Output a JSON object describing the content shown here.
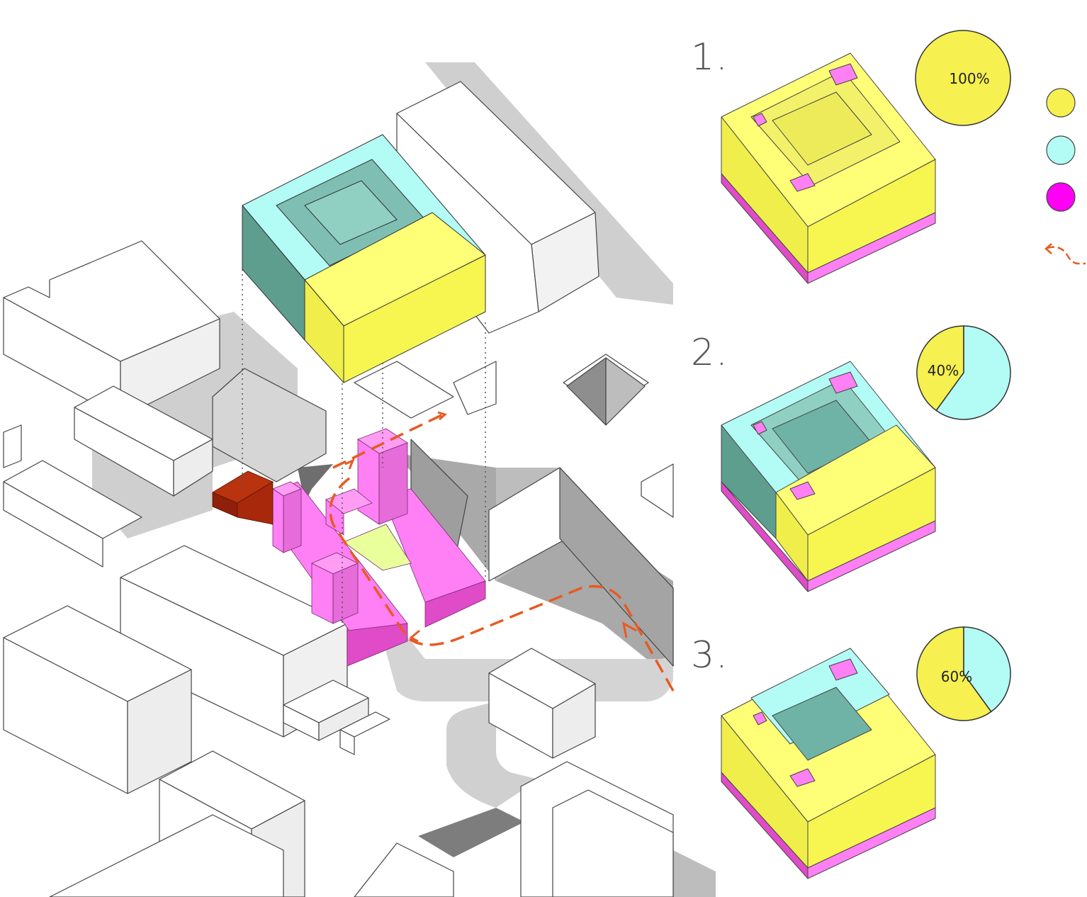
{
  "colors": {
    "yellow_top": "#FFFF77",
    "yellow_side": "#F0EE4A",
    "cyan_top": "#B3FBF5",
    "cyan_side": "#5E9E8F",
    "magenta": "#FF80F4",
    "magenta_dark": "#E04BC8",
    "brick": "#A8280C",
    "path_orange": "#E85A22",
    "shadow_grey": "#C9C9C9",
    "road_grey": "#8A8A8A"
  },
  "legend": {
    "items": [
      {
        "color_name": "yellow-circle",
        "color": "#F6F050"
      },
      {
        "color_name": "cyan-circle",
        "color": "#B3FBF5"
      },
      {
        "color_name": "magenta-circle",
        "color": "#FF00F5"
      }
    ],
    "path_icon": "dashed-arrow-icon"
  },
  "options": [
    {
      "number": "1.",
      "pie_label": "100%",
      "yellow_fraction": 1.0
    },
    {
      "number": "2.",
      "pie_label": "40%",
      "yellow_fraction": 0.4
    },
    {
      "number": "3.",
      "pie_label": "60%",
      "yellow_fraction": 0.6
    }
  ]
}
